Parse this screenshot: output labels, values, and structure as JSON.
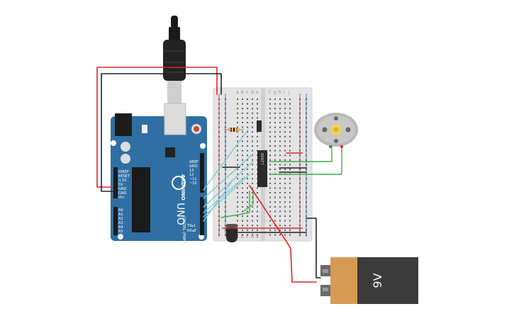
{
  "board": {
    "brand": "ARDUINO",
    "model": "UNO",
    "power_pins": [
      "IOREF",
      "RESET",
      "3.3V",
      "5V",
      "GND",
      "GND",
      "Vin"
    ],
    "analog_pins": [
      "A0",
      "A1",
      "A2",
      "A3",
      "A4",
      "A5"
    ],
    "digital_header": "DIGITAL (PWM~)",
    "top_pins": [
      "AREF",
      "GND",
      "13",
      "12",
      "~11",
      "~10"
    ],
    "tx_label": "TX▸1",
    "rx_label": "RX◂0"
  },
  "breadboard": {
    "col_labels_left": [
      "a",
      "b",
      "c",
      "d",
      "e"
    ],
    "col_labels_right": [
      "f",
      "g",
      "h",
      "i",
      "j"
    ]
  },
  "chip": {
    "label": "L293D"
  },
  "battery": {
    "label": "9V",
    "body_color": "#3b3b3b",
    "cap_color": "#d79a55"
  },
  "motor": {
    "shaft_color": "#f3d25e"
  },
  "colors": {
    "board_blue": "#2f6fa3",
    "breadboard": "#e4e4e4",
    "wire_red": "#d8262a",
    "wire_black": "#222222",
    "wire_green": "#3fae49",
    "wire_cyan": "#7cc7d3"
  }
}
